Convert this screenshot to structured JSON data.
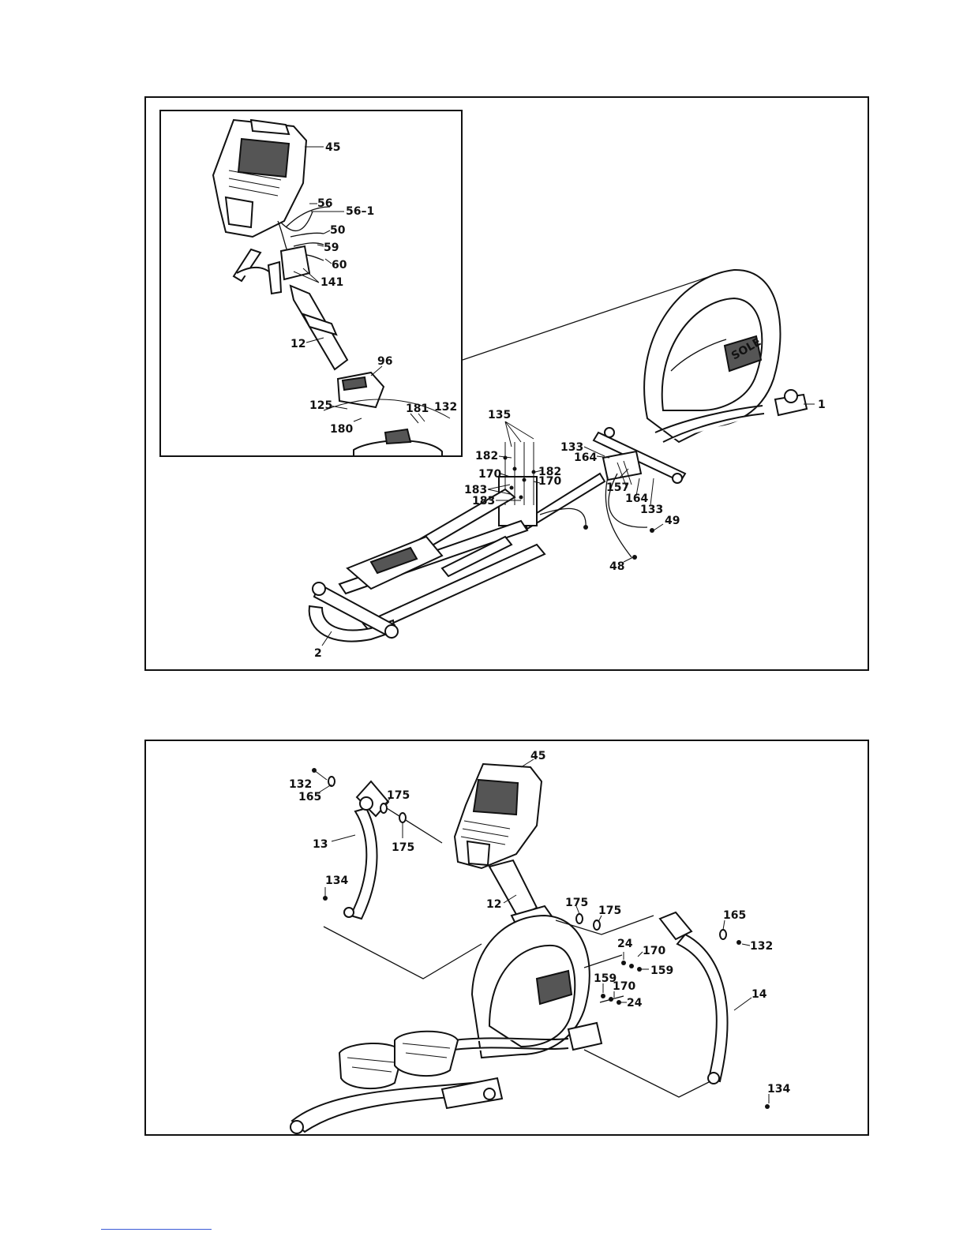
{
  "top_panel": {
    "inset_labels": [
      "45",
      "56",
      "56–1",
      "50",
      "59",
      "60",
      "141",
      "12",
      "96",
      "125",
      "181",
      "132",
      "180"
    ],
    "main_labels": [
      "135",
      "182",
      "170",
      "182",
      "170",
      "183",
      "183",
      "133",
      "164",
      "157",
      "164",
      "133",
      "1",
      "49",
      "48",
      "2"
    ]
  },
  "bottom_panel": {
    "labels": [
      "45",
      "132",
      "165",
      "175",
      "175",
      "13",
      "134",
      "12",
      "175",
      "175",
      "165",
      "132",
      "24",
      "170",
      "159",
      "159",
      "170",
      "24",
      "14",
      "134"
    ]
  },
  "brand_mark": "SOLE"
}
